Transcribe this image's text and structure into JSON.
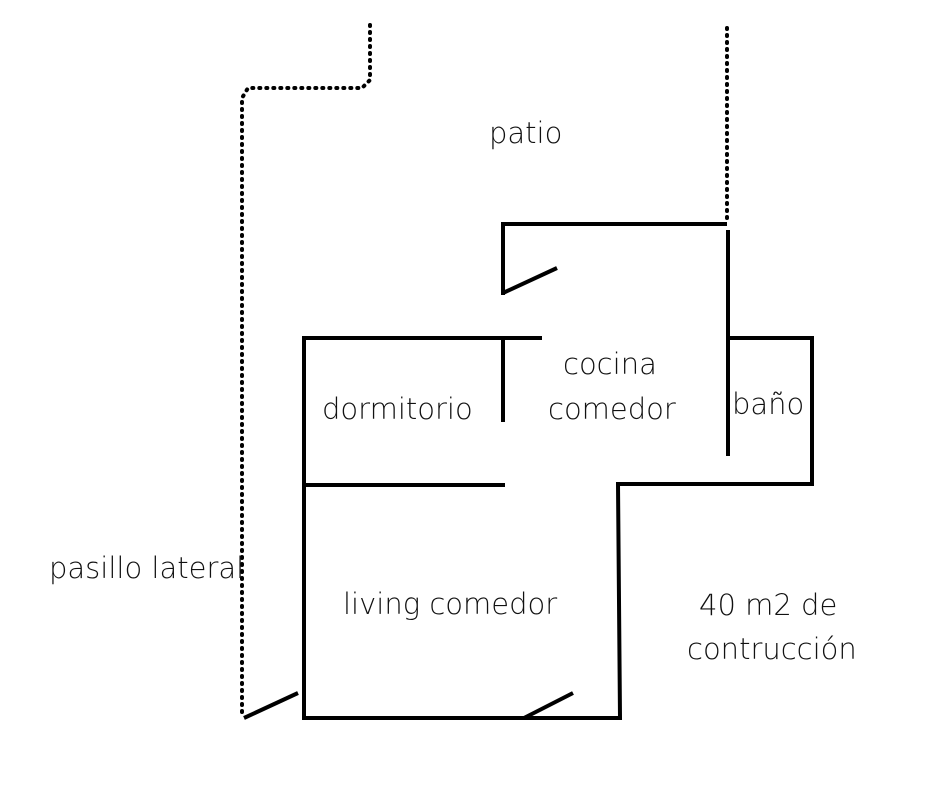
{
  "labels": {
    "patio": "patio",
    "cocina_line1": "cocina",
    "cocina_line2": "comedor",
    "dormitorio": "dormitorio",
    "bano": "baño",
    "pasillo": "pasillo lateral",
    "living": "living comedor",
    "area_line1": "40 m2 de",
    "area_line2": "contrucción"
  },
  "colors": {
    "ink": "#000000",
    "background": "#ffffff"
  }
}
